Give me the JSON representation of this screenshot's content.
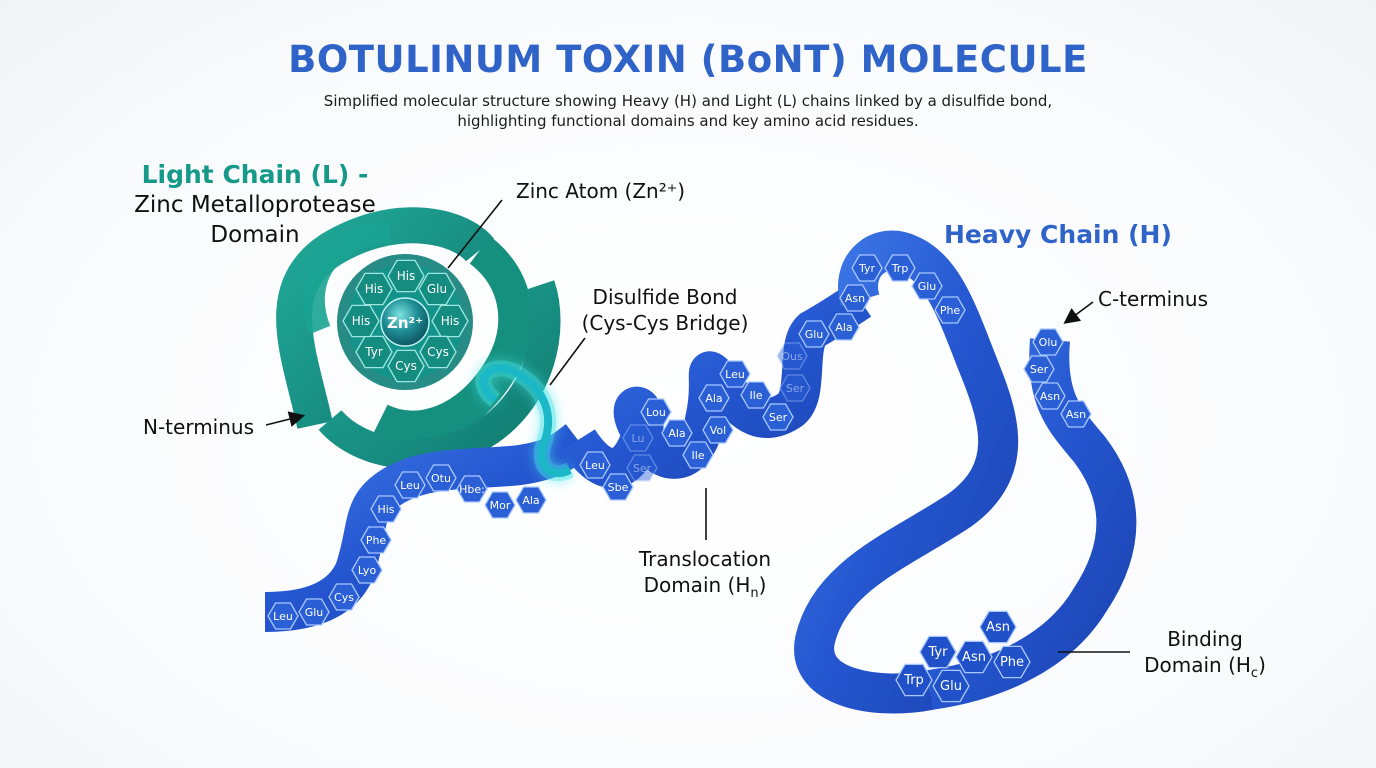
{
  "title": "BOTULINUM TOXIN (BoNT) MOLECULE",
  "subtitle": {
    "line1": "Simplified molecular structure showing Heavy (H) and Light (L) chains linked by a disulfide bond,",
    "line2": "highlighting functional domains and key amino acid residues."
  },
  "labels": {
    "light_chain": {
      "line1": "Light Chain (L) -",
      "line2": "Zinc Metalloprotease",
      "line3": "Domain"
    },
    "zinc_atom": "Zinc Atom (Zn²⁺)",
    "disulfide": {
      "line1": "Disulfide Bond",
      "line2": "(Cys-Cys Bridge)"
    },
    "heavy_chain": "Heavy Chain (H)",
    "c_terminus": "C-terminus",
    "n_terminus": "N-terminus",
    "translocation": {
      "line1": "Translocation",
      "line2": "Domain (H",
      "sub": "n",
      "close": ")"
    },
    "binding": {
      "line1": "Binding",
      "line2": "Domain (H",
      "sub": "c",
      "close": ")"
    }
  },
  "zinc_center": "Zn²⁺",
  "residues": {
    "light_active_site": [
      "His",
      "Glu",
      "His",
      "Cys",
      "Cys",
      "Tyr",
      "His",
      "His"
    ],
    "light_tail": [
      "Leu",
      "Glu",
      "Cys",
      "Lyo",
      "Phe",
      "His",
      "Leu",
      "Otu",
      "Hbe:",
      "Mor",
      "Ala"
    ],
    "translocation": [
      "Leu",
      "Sbe",
      "Lou",
      "Ala",
      "Ile",
      "Ala",
      "Vol",
      "Leu",
      "Ile",
      "Ser",
      "Glu",
      "Ala",
      "Asn",
      "Tyr",
      "Trp",
      "Glu",
      "Phe"
    ],
    "translocation_faded": [
      "Lu",
      "Ser",
      "Ous",
      "Ser"
    ],
    "c_terminal": [
      "Olu",
      "Ser",
      "Asn",
      "Asn"
    ],
    "binding": [
      "Asn",
      "Tyr",
      "Asn",
      "Phe",
      "Trp",
      "Glu"
    ]
  },
  "colors": {
    "title": "#2f63c8",
    "light_chain": "#17998a",
    "heavy_chain": "#2f63c8",
    "disulfide_glow": "#45e3e8"
  }
}
